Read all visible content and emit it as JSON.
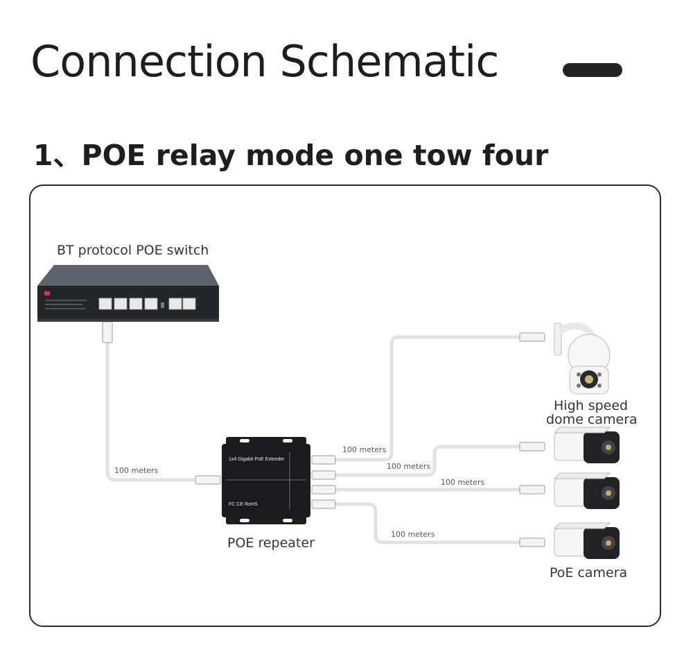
{
  "header": {
    "title": "Connection Schematic",
    "subtitle": "1、POE relay mode one tow four"
  },
  "diagram": {
    "switch_label": "BT protocol POE switch",
    "repeater_label": "POE repeater",
    "repeater_title": "1x4 Gigabit PoE Extender",
    "repeater_marks": "FC CE RoHS",
    "dome_label_line1": "High speed",
    "dome_label_line2": "dome camera",
    "poe_camera_label": "PoE camera",
    "distances": {
      "switch_to_repeater": "100 meters",
      "to_dome": "100 meters",
      "to_camera_1": "100 meters",
      "to_camera_2": "100 meters",
      "to_camera_3": "100 meters"
    }
  },
  "colors": {
    "cable": "#e4e4e4",
    "device_dark": "#1d1d1f",
    "switch_top": "#5b5f66",
    "panel_border": "#2a2a2a"
  }
}
